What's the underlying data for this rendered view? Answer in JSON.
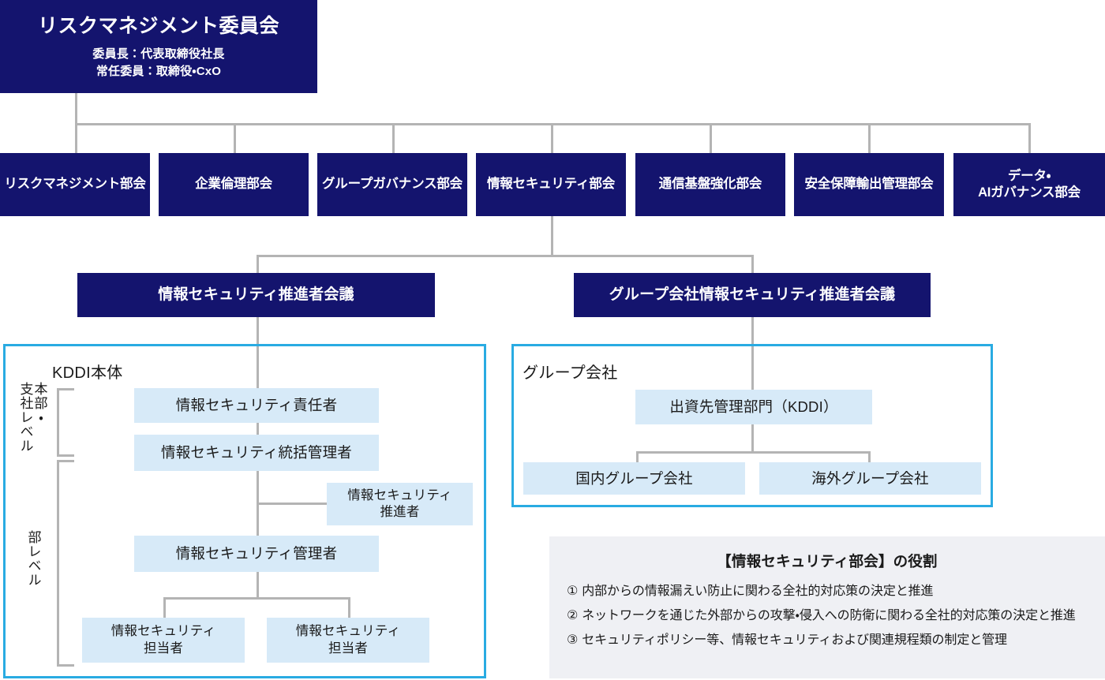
{
  "top": {
    "title": "リスクマネジメント委員会",
    "sub_line1": "委員長：代表取締役社長",
    "sub_line2": "常任委員：取締役・CxO"
  },
  "departments": [
    {
      "label": "リスクマネジメント部会"
    },
    {
      "label": "企業倫理部会"
    },
    {
      "label": "グループガバナンス部会"
    },
    {
      "label": "情報セキュリティ部会"
    },
    {
      "label": "通信基盤強化部会"
    },
    {
      "label": "安全保障輸出管理部会"
    },
    {
      "label_line1": "データ・",
      "label_line2": "AIガバナンス部会"
    }
  ],
  "conferences": [
    {
      "label": "情報セキュリティ推進者会議"
    },
    {
      "label": "グループ会社情報セキュリティ推進者会議"
    }
  ],
  "kddi_panel": {
    "label": "KDDI本体",
    "levels": [
      {
        "line1": "本部・",
        "line2": "支社レベル"
      },
      {
        "line1": "部レベル",
        "line2": ""
      }
    ],
    "level_upper_a": "本部・",
    "level_upper_b": "支社レベル",
    "level_lower": "部レベル",
    "nodes": {
      "responsible": "情報セキュリティ責任者",
      "general_manager": "情報セキュリティ統括管理者",
      "promoter_line1": "情報セキュリティ",
      "promoter_line2": "推進者",
      "manager": "情報セキュリティ管理者",
      "staff_left_line1": "情報セキュリティ",
      "staff_left_line2": "担当者",
      "staff_right_line1": "情報セキュリティ",
      "staff_right_line2": "担当者"
    }
  },
  "group_panel": {
    "label": "グループ会社",
    "nodes": {
      "investment_dept": "出資先管理部門（KDDI）",
      "domestic": "国内グループ会社",
      "overseas": "海外グループ会社"
    }
  },
  "legend": {
    "title": "【情報セキュリティ部会】の役割",
    "items": [
      {
        "num": "①",
        "text": "内部からの情報漏えい防止に関わる全社的対応策の決定と推進"
      },
      {
        "num": "②",
        "text": "ネットワークを通じた外部からの攻撃・侵入への防衛に関わる全社的対応策の決定と推進"
      },
      {
        "num": "③",
        "text": "セキュリティポリシー等、情報セキュリティおよび関連規程類の制定と管理"
      }
    ]
  },
  "colors": {
    "navy": "#14146e",
    "light_blue": "#d7eaf8",
    "cyan_border": "#29abe2",
    "connector": "#b4b4b4",
    "legend_bg": "#eff0f4"
  }
}
